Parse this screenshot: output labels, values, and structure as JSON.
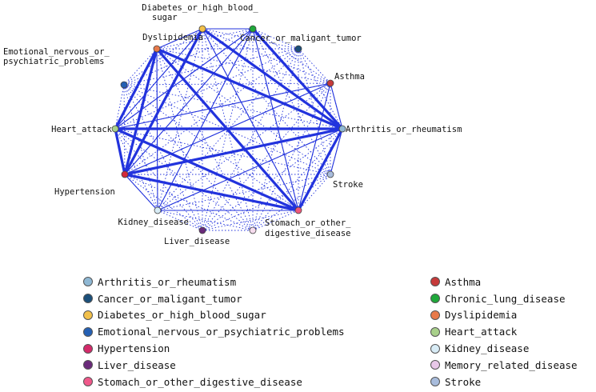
{
  "network": {
    "nodes": [
      {
        "id": "arthritis",
        "label": "Arthritis_or_rheumatism",
        "color": "#8fb8d4"
      },
      {
        "id": "cancer_top",
        "label": "Cancer_or_maligant_tumor",
        "color": "#1fa83a"
      },
      {
        "id": "cancer_dot",
        "label": "",
        "color": "#1b4f7a"
      },
      {
        "id": "diabetes",
        "label": "Diabetes_or_high_blood_ sugar",
        "color": "#f2c04a"
      },
      {
        "id": "dyslipidemia",
        "label": "Dyslipidemia",
        "color": "#e87a4a"
      },
      {
        "id": "emotional",
        "label": "Emotional_nervous_or_ psychiatric_problems",
        "color": "#2460b4"
      },
      {
        "id": "asthma",
        "label": "Asthma",
        "color": "#c63a3a"
      },
      {
        "id": "heart",
        "label": "Heart_attack",
        "color": "#a8d08a"
      },
      {
        "id": "hypertension",
        "label": "Hypertension",
        "color": "#d42a3a"
      },
      {
        "id": "kidney",
        "label": "Kidney_disease",
        "color": "#d8ecf6"
      },
      {
        "id": "liver",
        "label": "Liver_disease",
        "color": "#6a2a7a"
      },
      {
        "id": "memory",
        "label": "",
        "color": "#f6dcee"
      },
      {
        "id": "stomach",
        "label": "Stomach_or_other_ digestive_disease",
        "color": "#f0587a"
      },
      {
        "id": "stroke",
        "label": "Stroke",
        "color": "#a8bcdc"
      }
    ],
    "strong_edges": [
      [
        "arthritis",
        "heart"
      ],
      [
        "arthritis",
        "hypertension"
      ],
      [
        "arthritis",
        "dyslipidemia"
      ],
      [
        "arthritis",
        "cancer_top"
      ],
      [
        "arthritis",
        "diabetes"
      ],
      [
        "arthritis",
        "stomach"
      ],
      [
        "hypertension",
        "heart"
      ],
      [
        "hypertension",
        "dyslipidemia"
      ],
      [
        "hypertension",
        "diabetes"
      ],
      [
        "hypertension",
        "stomach"
      ],
      [
        "heart",
        "dyslipidemia"
      ],
      [
        "heart",
        "stomach"
      ],
      [
        "stomach",
        "dyslipidemia"
      ]
    ],
    "medium_edges": [
      [
        "arthritis",
        "asthma"
      ],
      [
        "arthritis",
        "kidney"
      ],
      [
        "arthritis",
        "stroke"
      ],
      [
        "hypertension",
        "asthma"
      ],
      [
        "hypertension",
        "cancer_top"
      ],
      [
        "heart",
        "cancer_top"
      ],
      [
        "heart",
        "diabetes"
      ],
      [
        "diabetes",
        "stomach"
      ],
      [
        "cancer_top",
        "stomach"
      ],
      [
        "dyslipidemia",
        "diabetes"
      ],
      [
        "kidney",
        "hypertension"
      ],
      [
        "kidney",
        "dyslipidemia"
      ],
      [
        "asthma",
        "stomach"
      ],
      [
        "asthma",
        "heart"
      ],
      [
        "kidney",
        "stomach"
      ],
      [
        "cancer_top",
        "diabetes"
      ],
      [
        "kidney",
        "cancer_top"
      ]
    ],
    "line_color": "#2233dd"
  },
  "legend": {
    "left": [
      {
        "label": "Arthritis_or_rheumatism",
        "color": "#8fb8d4"
      },
      {
        "label": "Cancer_or_maligant_tumor",
        "color": "#1b4f7a"
      },
      {
        "label": "Diabetes_or_high_blood_sugar",
        "color": "#f2c04a"
      },
      {
        "label": "Emotional_nervous_or_psychiatric_problems",
        "color": "#2460b4"
      },
      {
        "label": "Hypertension",
        "color": "#d42a6a"
      },
      {
        "label": "Liver_disease",
        "color": "#6a2a7a"
      },
      {
        "label": "Stomach_or_other_digestive_disease",
        "color": "#f0588a"
      }
    ],
    "right": [
      {
        "label": "Asthma",
        "color": "#c63a3a"
      },
      {
        "label": "Chronic_lung_disease",
        "color": "#1fa83a"
      },
      {
        "label": "Dyslipidemia",
        "color": "#e87a4a"
      },
      {
        "label": "Heart_attack",
        "color": "#a8d08a"
      },
      {
        "label": "Kidney_disease",
        "color": "#d8ecf6"
      },
      {
        "label": "Memory_related_disease",
        "color": "#e8c8e8"
      },
      {
        "label": "Stroke",
        "color": "#a8bcdc"
      }
    ]
  }
}
